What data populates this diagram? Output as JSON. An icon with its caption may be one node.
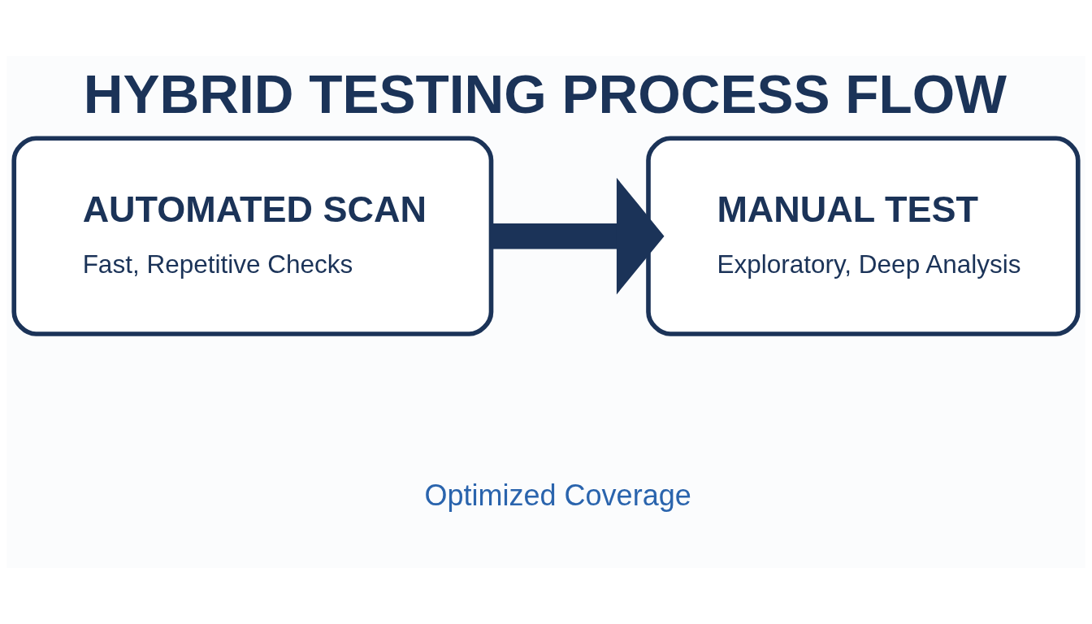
{
  "diagram": {
    "title": "HYBRID TESTING PROCESS FLOW",
    "nodes": [
      {
        "text": [
          "AUTOMATED SCAN",
          "Fast, Repetitive Checks"
        ]
      },
      {
        "text": [
          "MANUAL TEST",
          "Exploratory, Deep Analysis"
        ]
      }
    ],
    "edges": [
      {
        "from": 0,
        "to": 1,
        "arrow": "to"
      }
    ],
    "labels": [
      "Optimized Coverage"
    ]
  }
}
